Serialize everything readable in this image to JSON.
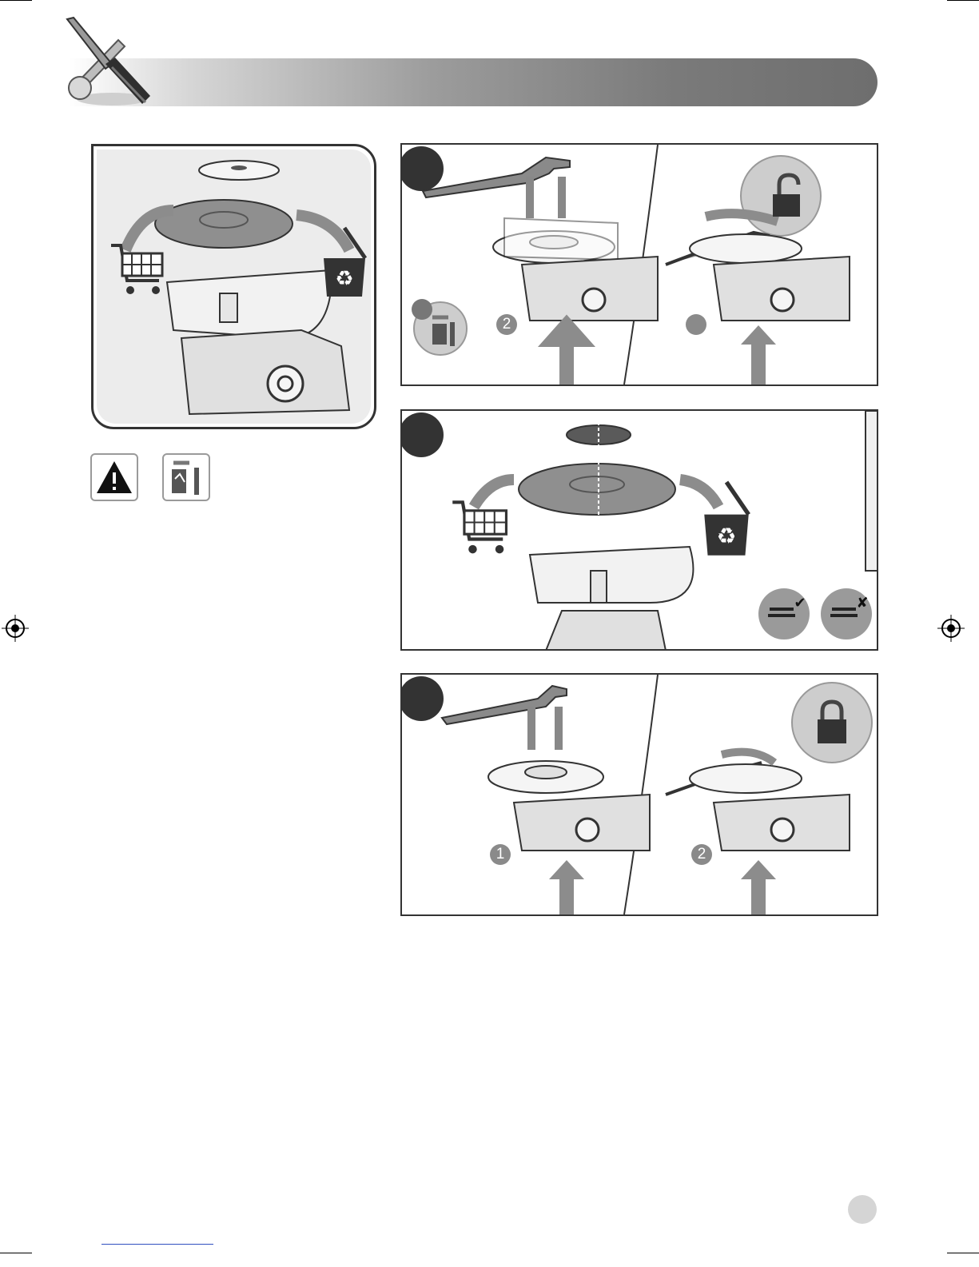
{
  "colors": {
    "background": "#ffffff",
    "panel_border": "#333333",
    "step_circle": "#333333",
    "badge_gray": "#8a8a8a",
    "arrow_gray": "#8c8c8c",
    "disc_gray": "#8f8f8f"
  },
  "header": {
    "icon": "tools-icon"
  },
  "panels": {
    "overview": {
      "icons": [
        "shopping-cart-icon",
        "recycle-bin-icon"
      ]
    },
    "step_one": {
      "badges": [
        "",
        "2",
        ""
      ],
      "icons": [
        "lock-open-icon",
        "manual-reference-icon",
        "spanner-icon"
      ]
    },
    "step_two": {
      "icons": [
        "shopping-cart-icon",
        "recycle-bin-icon",
        "flange-correct-icon",
        "flange-wrong-icon"
      ]
    },
    "step_three": {
      "badges": [
        "1",
        "2"
      ],
      "icons": [
        "lock-closed-icon",
        "spanner-icon"
      ]
    }
  },
  "notes": {
    "icons": [
      "warning-icon",
      "manual-reference-icon"
    ]
  }
}
